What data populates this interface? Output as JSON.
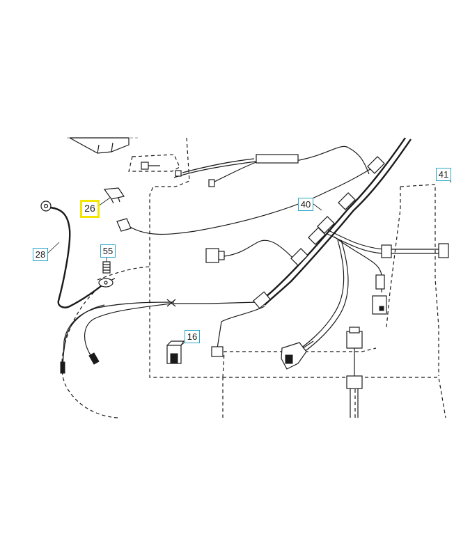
{
  "diagram": {
    "callouts": [
      {
        "id": "c26",
        "label": "26",
        "highlighted": true
      },
      {
        "id": "c28",
        "label": "28",
        "highlighted": false
      },
      {
        "id": "c55",
        "label": "55",
        "highlighted": false
      },
      {
        "id": "c16",
        "label": "16",
        "highlighted": false
      },
      {
        "id": "c40",
        "label": "40",
        "highlighted": false
      },
      {
        "id": "c41",
        "label": "41",
        "highlighted": false
      }
    ],
    "colors": {
      "callout_border": "#2aa6c8",
      "highlight_border": "#f2e600",
      "line": "#1a1a1a"
    }
  }
}
